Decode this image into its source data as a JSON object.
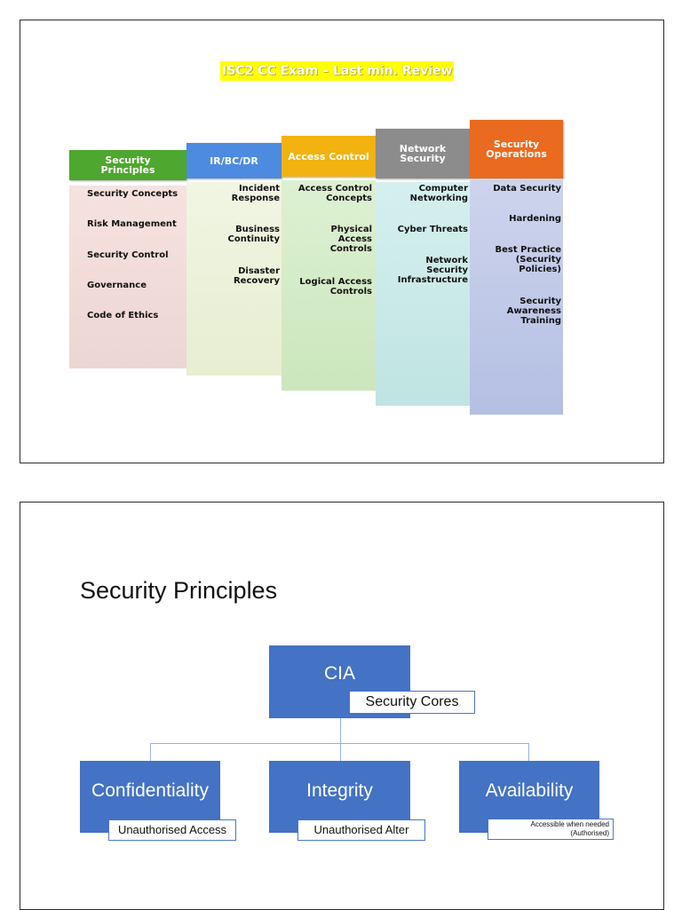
{
  "slide1": {
    "title": "ISC2  CC Exam – Last min. Review",
    "columns": [
      {
        "header": [
          "Security",
          "Principles"
        ],
        "header_color": "#4ea72e",
        "body_color": "#f3dfdc",
        "items": [
          "Security Concepts",
          "Risk Management",
          "Security Control",
          "Governance",
          "Code of Ethics"
        ]
      },
      {
        "header": [
          "IR/BC/DR"
        ],
        "header_color": "#4c8be0",
        "body_color": "#eef3df",
        "items": [
          [
            "Incident",
            "Response"
          ],
          [
            "Business",
            "Continuity"
          ],
          [
            "Disaster",
            "Recovery"
          ]
        ]
      },
      {
        "header": [
          "Access Control"
        ],
        "header_color": "#f2b20f",
        "body_color": "#d7eecb",
        "items": [
          [
            "Access Control",
            "Concepts"
          ],
          [
            "Physical",
            "Access",
            "Controls"
          ],
          [
            "Logical Access",
            "Controls"
          ]
        ]
      },
      {
        "header": [
          "Network",
          "Security"
        ],
        "header_color": "#8c8c8c",
        "body_color": "#cdecea",
        "items": [
          [
            "Computer",
            "Networking"
          ],
          [
            "Cyber Threats"
          ],
          [
            "Network",
            "Security",
            "Infrastructure"
          ]
        ]
      },
      {
        "header": [
          "Security",
          "Operations"
        ],
        "header_color": "#ea6a1f",
        "body_color": "#c4cce8",
        "items": [
          [
            "Data Security"
          ],
          [
            "Hardening"
          ],
          [
            "Best Practice",
            "(Security",
            "Policies)"
          ],
          [
            "Security",
            "Awareness",
            "Training"
          ]
        ]
      }
    ]
  },
  "slide2": {
    "title": "Security Principles",
    "root": {
      "label": "CIA",
      "sub": "Security Cores"
    },
    "children": [
      {
        "label": "Confidentiality",
        "sub": "Unauthorised Access"
      },
      {
        "label": "Integrity",
        "sub": "Unauthorised Alter"
      },
      {
        "label": "Availability",
        "sub_lines": [
          "Accessible when needed",
          "(Authorised)"
        ]
      }
    ],
    "colors": {
      "box": "#4472c4",
      "connector": "#8eb4e3"
    }
  }
}
